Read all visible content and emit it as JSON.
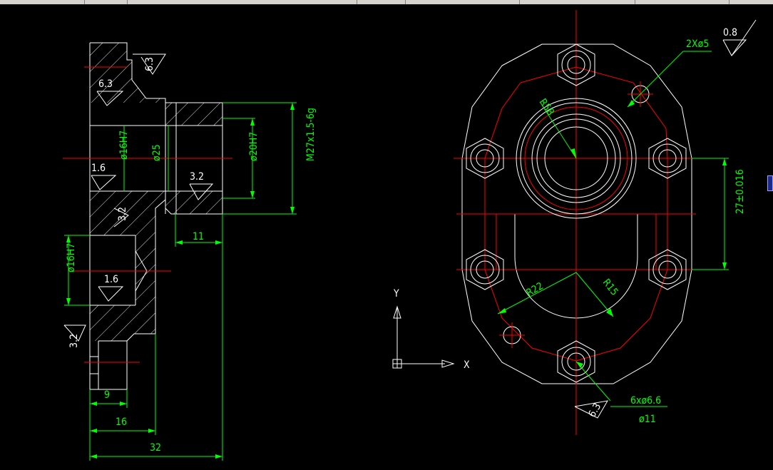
{
  "section_view": {
    "roughness_top": "6.3",
    "roughness_bore": "6.3",
    "roughness_1": "1.6",
    "roughness_2": "3.2",
    "roughness_3": "3.2",
    "roughness_4": "1.6",
    "roughness_5": "3.2",
    "dim_bore_small": "ø16H7",
    "dim_bore_mid": "ø25",
    "dim_bore_large": "ø20H7",
    "dim_thread": "M27x1.5-6g",
    "dim_11": "11",
    "dim_lower_bore": "ø16H7",
    "dim_9": "9",
    "dim_16": "16",
    "dim_32": "32"
  },
  "plan_view": {
    "roughness_corner": "0.8",
    "dim_holes_small": "2Xø5",
    "dim_r58": "R58",
    "dim_27": "27±0.016",
    "dim_r22": "R22",
    "dim_r15": "R15",
    "dim_holes_large": "6xø6.6",
    "dim_counterbore": "ø11",
    "roughness_bottom": "6.3"
  },
  "ucs_icon": {
    "x_label": "X",
    "y_label": "Y"
  }
}
